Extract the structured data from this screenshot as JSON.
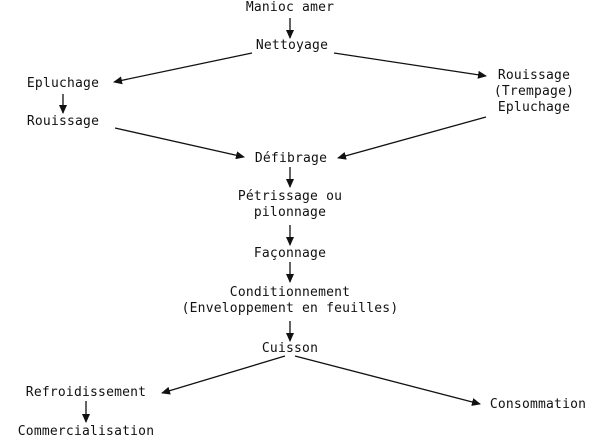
{
  "nodes": {
    "manioc_amer": "Manioc amer",
    "nettoyage": "Nettoyage",
    "epluchage_left": "Epluchage",
    "rouissage_left": "Rouissage",
    "rouissage_right": "Rouissage",
    "trempage": "(Trempage)",
    "epluchage_right": "Epluchage",
    "defibrage": "Défibrage",
    "petrissage_line1": "Pétrissage ou",
    "petrissage_line2": "pilonnage",
    "faconnage": "Façonnage",
    "conditionnement_line1": "Conditionnement",
    "conditionnement_line2": "(Enveloppement en feuilles)",
    "cuisson": "Cuisson",
    "refroidissement": "Refroidissement",
    "consommation": "Consommation",
    "commercialisation": "Commercialisation"
  },
  "colors": {
    "ink": "#111111",
    "background": "#ffffff"
  }
}
